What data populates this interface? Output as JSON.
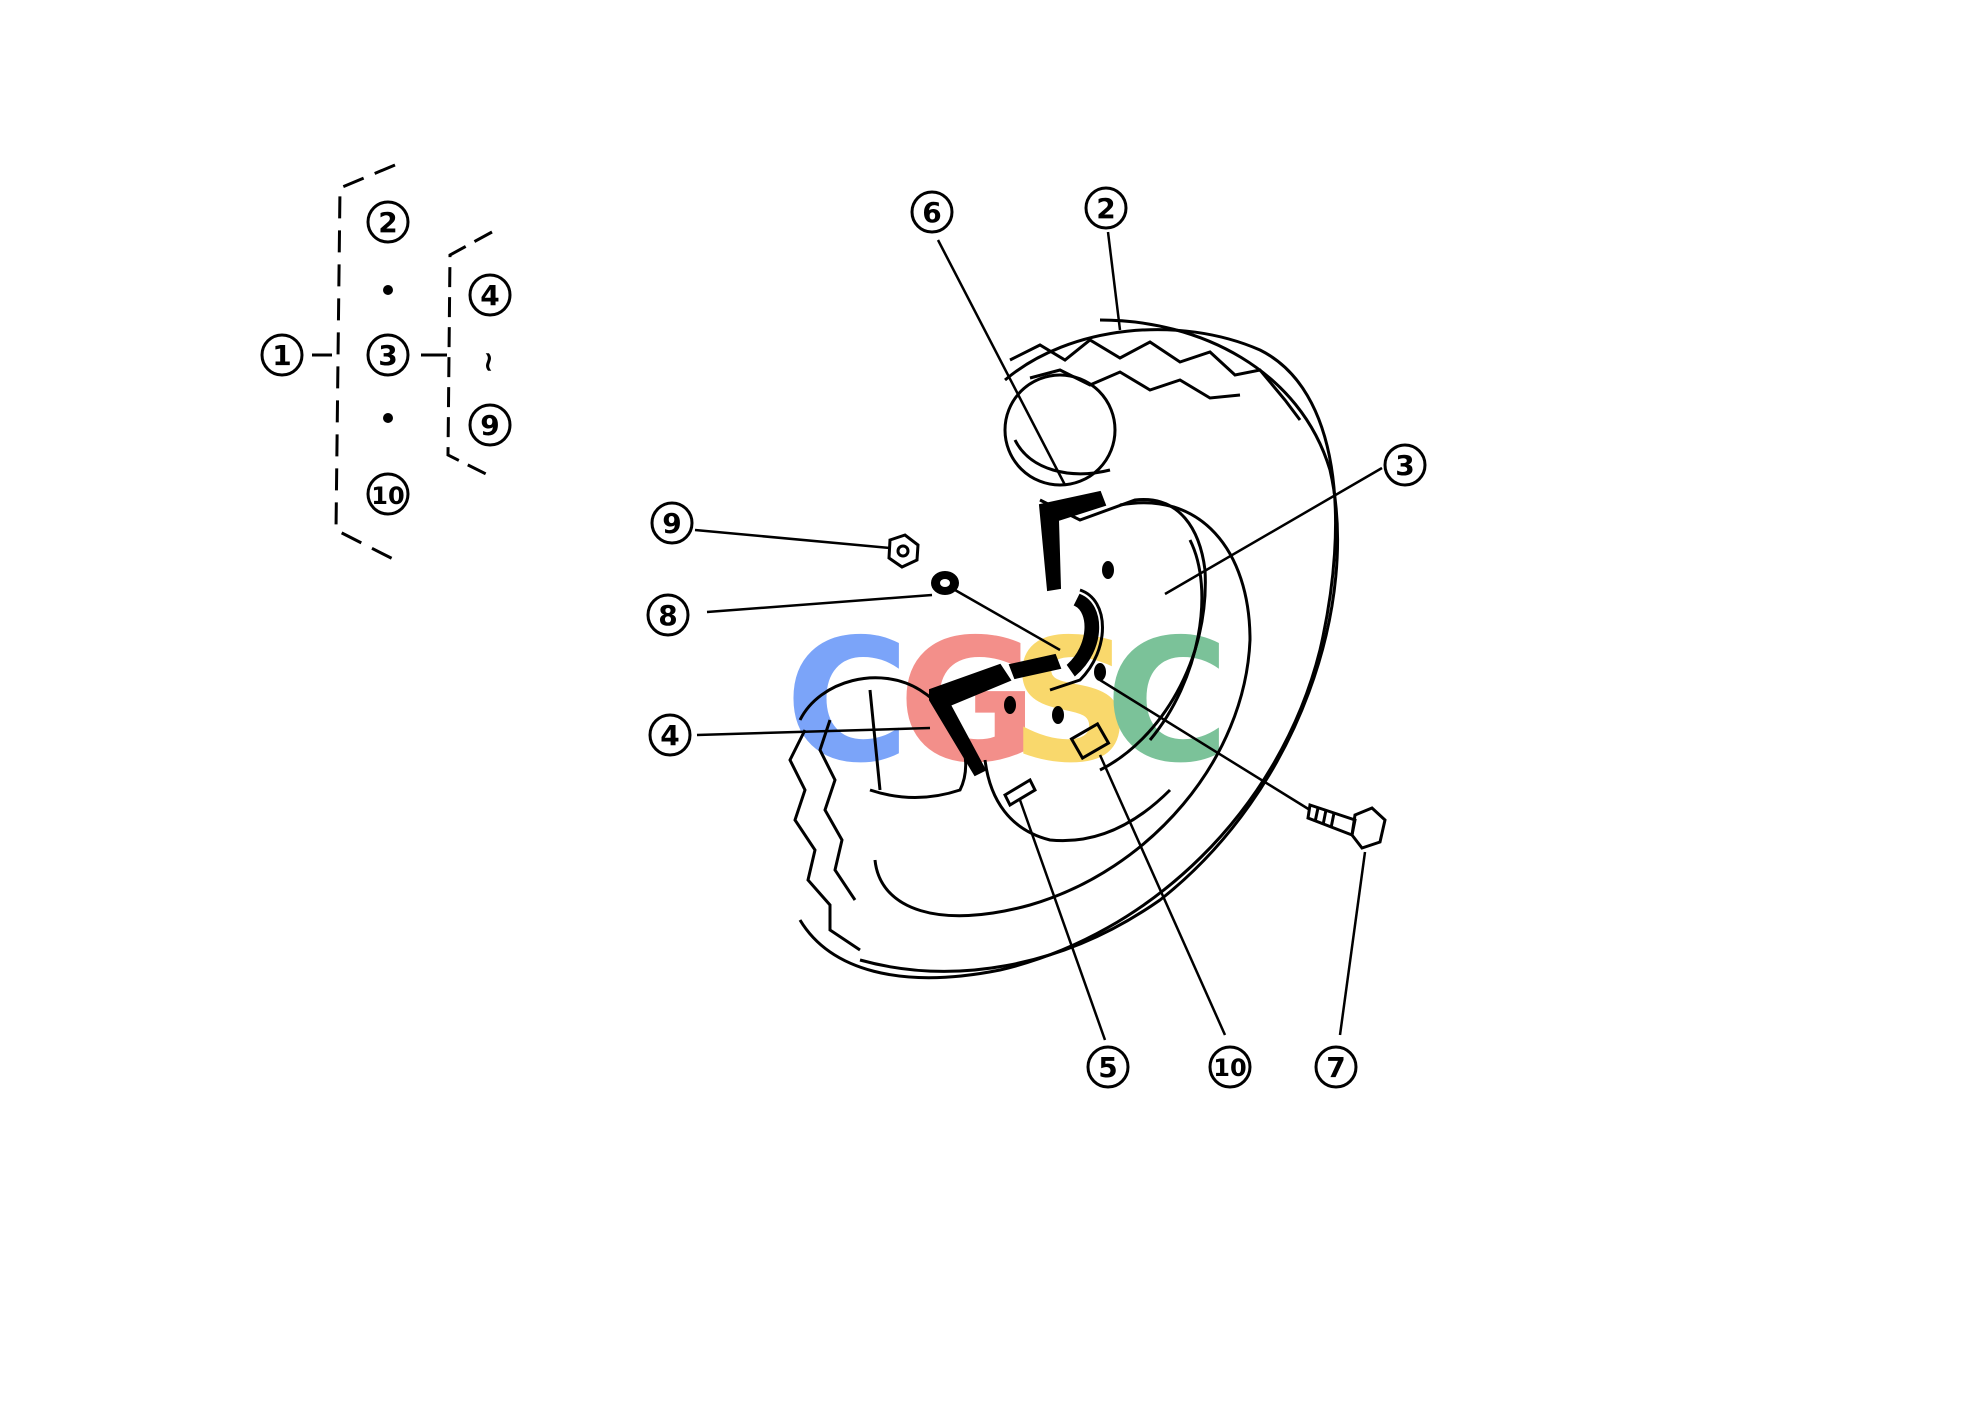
{
  "diagram": {
    "type": "exploded-parts-diagram",
    "ink_color": "#000000",
    "background": "#ffffff"
  },
  "assembly_legend": {
    "root": "1",
    "main_items": [
      "2",
      "3",
      "10"
    ],
    "sub_range_start": "4",
    "sub_range_end": "9",
    "range_symbol": "~"
  },
  "callouts": {
    "c2": "2",
    "c3": "3",
    "c4": "4",
    "c5": "5",
    "c6": "6",
    "c7": "7",
    "c8": "8",
    "c9": "9",
    "c10": "10"
  },
  "watermark": {
    "letters": [
      "C",
      "G",
      "S",
      "C"
    ],
    "colors": [
      "#4f86f7",
      "#f06a63",
      "#f7cc3b",
      "#4fae78"
    ]
  }
}
